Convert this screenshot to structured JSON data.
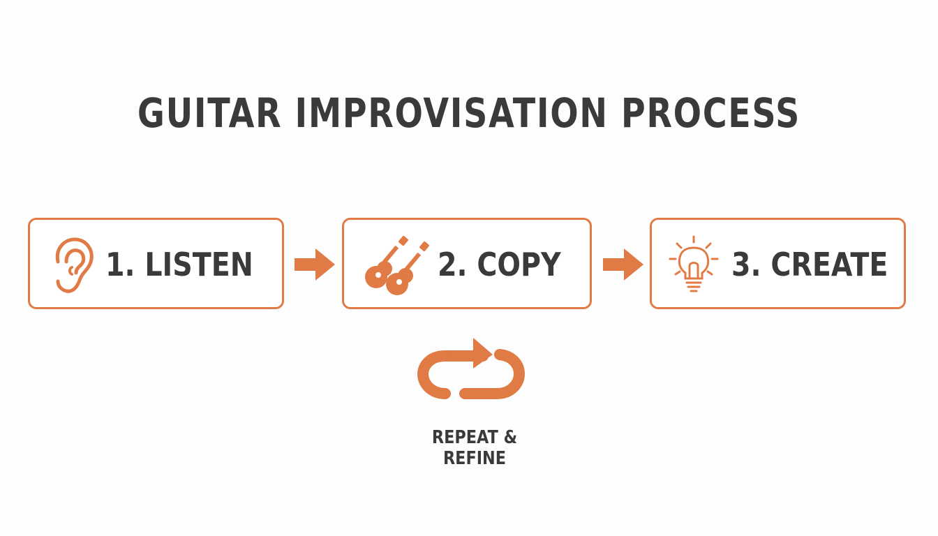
{
  "title": "GUITAR IMPROVISATION PROCESS",
  "colors": {
    "accent": "#e07b45",
    "text": "#3a3a3a",
    "background": "#fdfdfd"
  },
  "steps": [
    {
      "label": "1. LISTEN",
      "icon": "ear-icon"
    },
    {
      "label": "2. COPY",
      "icon": "guitars-icon"
    },
    {
      "label": "3. CREATE",
      "icon": "lightbulb-icon"
    }
  ],
  "connectors": [
    "arrow-right-icon",
    "arrow-right-icon"
  ],
  "loop": {
    "label": "REPEAT & REFINE",
    "icon": "repeat-loop-icon"
  }
}
